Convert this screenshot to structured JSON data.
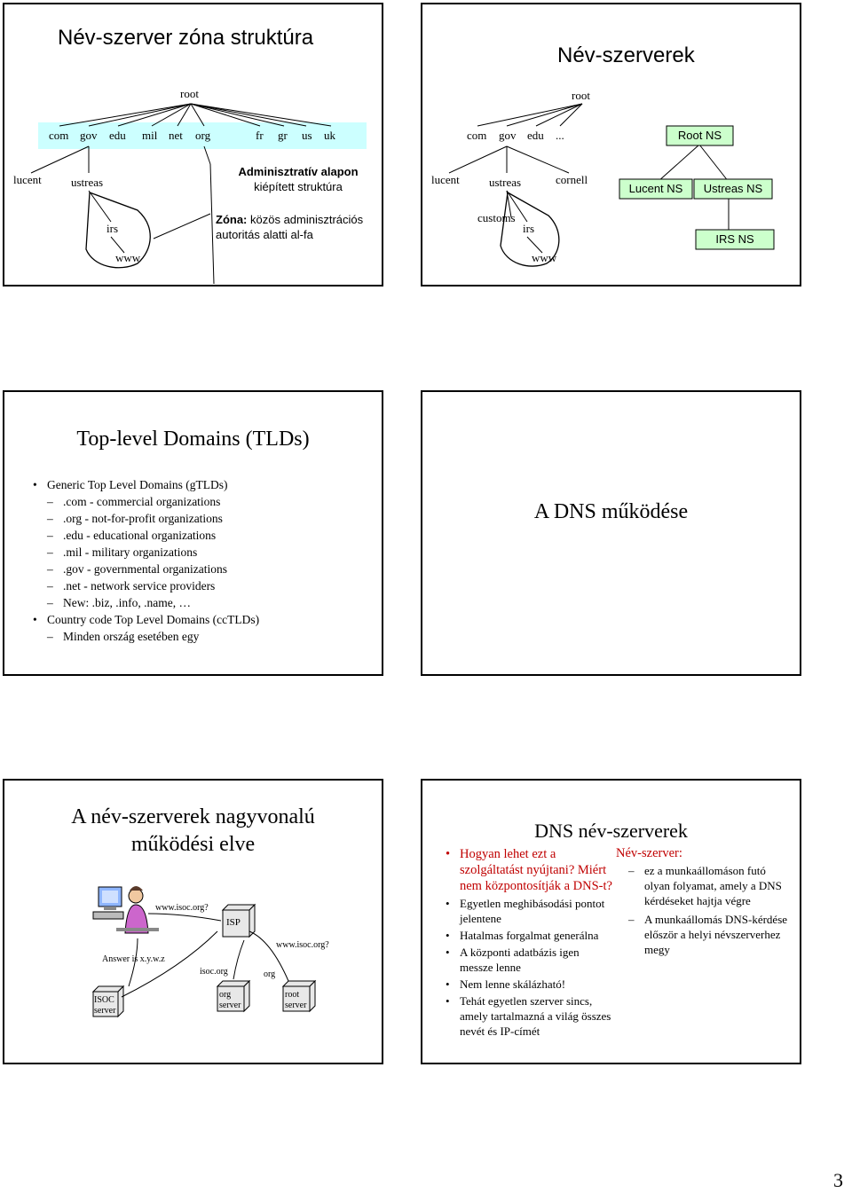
{
  "slide1": {
    "title": "Név-szerver zóna struktúra",
    "root": "root",
    "tlds": [
      "com",
      "gov",
      "edu",
      "mil",
      "net",
      "org",
      "fr",
      "gr",
      "us",
      "uk"
    ],
    "lucent": "lucent",
    "ustreas": "ustreas",
    "irs": "irs",
    "www": "www",
    "admin_bold": "Adminisztratív alapon",
    "admin_rest": "kiépített struktúra",
    "zone_bold": "Zóna:",
    "zone_rest1": " közös adminisztrációs",
    "zone_rest2": "autoritás alatti al-fa"
  },
  "slide2": {
    "title": "Név-szerverek",
    "root": "root",
    "tlds": [
      "com",
      "gov",
      "edu",
      "..."
    ],
    "lucent": "lucent",
    "ustreas": "ustreas",
    "cornell": "cornell",
    "customs": "customs",
    "irs": "irs",
    "www": "www",
    "root_ns": "Root NS",
    "lucent_ns": "Lucent NS",
    "ustreas_ns": "Ustreas NS",
    "irs_ns": "IRS NS"
  },
  "slide3": {
    "title": "Top-level Domains (TLDs)",
    "items": [
      {
        "level": 1,
        "text": "Generic Top Level Domains (gTLDs)"
      },
      {
        "level": 2,
        "text": ".com - commercial organizations"
      },
      {
        "level": 2,
        "text": ".org - not-for-profit organizations"
      },
      {
        "level": 2,
        "text": ".edu - educational organizations"
      },
      {
        "level": 2,
        "text": ".mil - military organizations"
      },
      {
        "level": 2,
        "text": ".gov - governmental organizations"
      },
      {
        "level": 2,
        "text": ".net - network service providers"
      },
      {
        "level": 2,
        "text": "New: .biz, .info, .name, …"
      },
      {
        "level": 1,
        "text": "Country code Top Level Domains (ccTLDs)"
      },
      {
        "level": 2,
        "text": "Minden ország esetében egy"
      }
    ]
  },
  "slide4": {
    "title": "A DNS működése"
  },
  "slide5": {
    "title_line1": "A név-szerverek nagyvonalú",
    "title_line2": "működési elve",
    "q1": "www.isoc.org?",
    "isp": "ISP",
    "q2": "www.isoc.org?",
    "answer": "Answer is x.y.w.z",
    "isoc_org": "isoc.org",
    "org": "org",
    "isoc_server_1": "ISOC",
    "isoc_server_2": "server",
    "org_server_1": "org",
    "org_server_2": "server",
    "root_server_1": "root",
    "root_server_2": "server"
  },
  "slide6": {
    "title": "DNS név-szerverek",
    "left": [
      {
        "red": true,
        "text": "Hogyan lehet ezt a szolgáltatást nyújtani? Miért nem központosítják a DNS-t?"
      },
      {
        "red": false,
        "text": "Egyetlen meghibásodási pontot jelentene"
      },
      {
        "red": false,
        "text": "Hatalmas forgalmat generálna"
      },
      {
        "red": false,
        "text": "A központi adatbázis igen messze lenne"
      },
      {
        "red": false,
        "text": "Nem lenne skálázható!"
      },
      {
        "red": false,
        "text": "Tehát egyetlen szerver sincs, amely tartalmazná a világ összes nevét és IP-címét"
      }
    ],
    "right_head": "Név-szerver:",
    "right_items": [
      "ez a munkaállomáson futó olyan folyamat, amely a DNS kérdéseket hajtja végre",
      "A munkaállomás DNS-kérdése először a helyi névszerverhez megy"
    ]
  },
  "page_number": "3"
}
